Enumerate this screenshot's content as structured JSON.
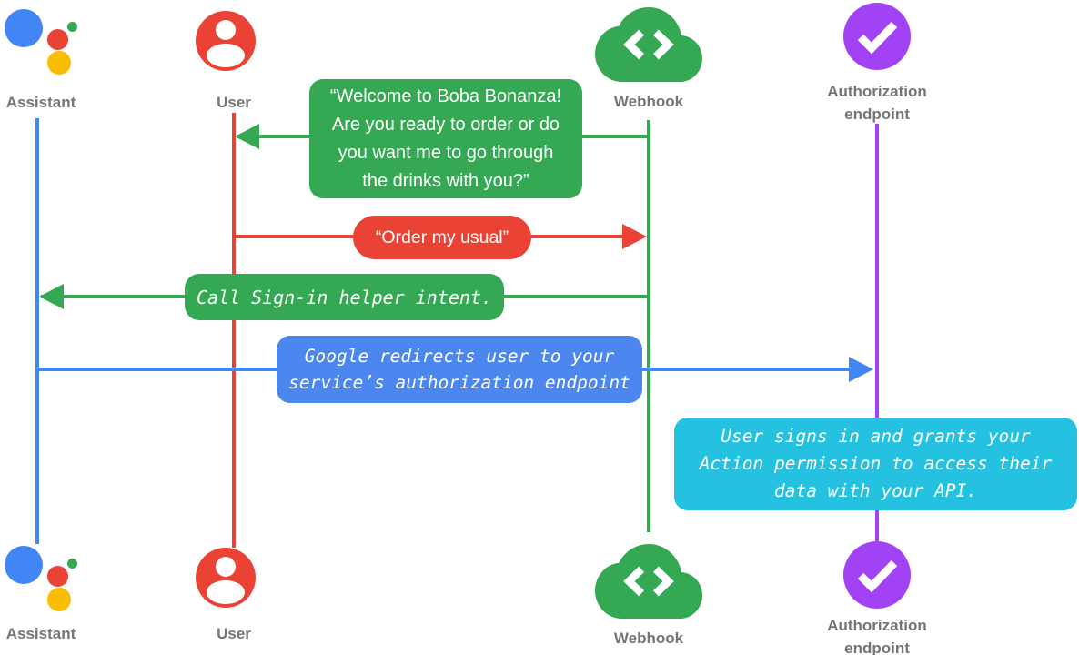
{
  "colors": {
    "blue": "#4285F4",
    "red": "#EA4335",
    "green": "#34A853",
    "yellow": "#FBBC04",
    "purple": "#A142F4",
    "cyan": "#24C1E0",
    "labelgray": "#757575"
  },
  "actors": {
    "assistant": {
      "label": "Assistant",
      "icon": "google-assistant-logo"
    },
    "user": {
      "label": "User",
      "icon": "person-icon"
    },
    "webhook": {
      "label": "Webhook",
      "icon": "cloud-code-icon"
    },
    "auth": {
      "label": "Authorization endpoint",
      "icon": "checkmark-circle-icon"
    }
  },
  "messages": [
    {
      "id": "welcome",
      "from": "Webhook",
      "to": "User",
      "style": "speech",
      "text": "“Welcome to Boba Bonanza! Are you ready to order or do you want me to go through the drinks with you?”",
      "color": "#34A853"
    },
    {
      "id": "order",
      "from": "User",
      "to": "Webhook",
      "style": "speech",
      "text": "“Order my usual”",
      "color": "#EA4335"
    },
    {
      "id": "signin",
      "from": "Webhook",
      "to": "Assistant",
      "style": "code",
      "text": "Call Sign-in helper intent.",
      "color": "#34A853"
    },
    {
      "id": "redirect",
      "from": "Assistant",
      "to": "Authorization endpoint",
      "style": "code",
      "text": "Google redirects user to your service’s authorization endpoint",
      "color": "#4285F4"
    },
    {
      "id": "grants",
      "from": "Authorization endpoint",
      "to": "Authorization endpoint",
      "style": "code-note",
      "text": "User signs in and grants your Action permission to access their data with your API.",
      "color": "#24C1E0"
    }
  ]
}
